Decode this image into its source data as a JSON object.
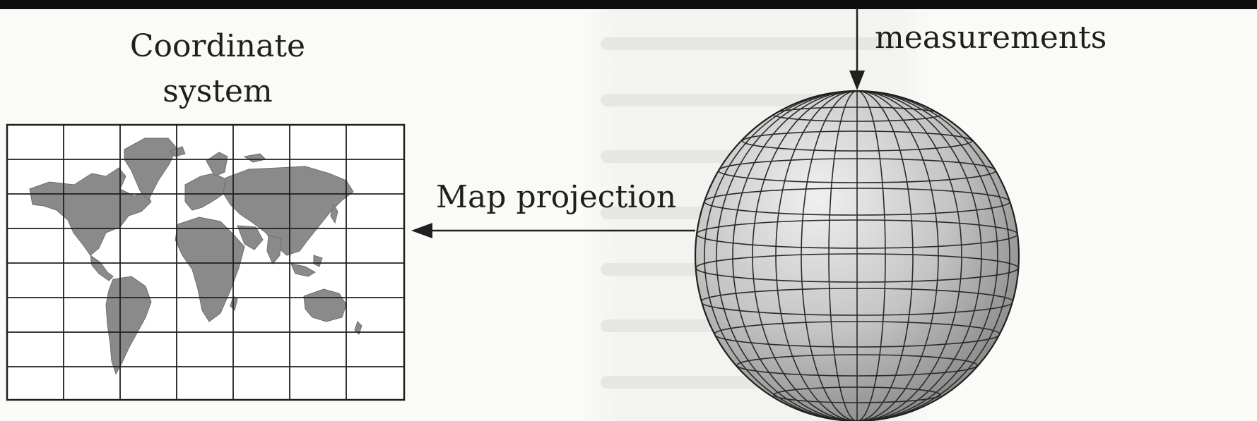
{
  "labels": {
    "coordinate_system_line1": "Coordinate",
    "coordinate_system_line2": "system",
    "map_projection": "Map projection",
    "measurements": "measurements"
  },
  "colors": {
    "ink": "#1f1f1f",
    "land": "#8a8a8a",
    "globe_light": "#e6e6e6",
    "globe_dark": "#8c8c8c",
    "background": "#fafaf7"
  },
  "icons": {
    "flat_map": "world-map-grid-icon",
    "globe": "globe-graticule-icon",
    "arrow_left": "arrow-left-icon",
    "arrow_down": "arrow-down-icon"
  }
}
